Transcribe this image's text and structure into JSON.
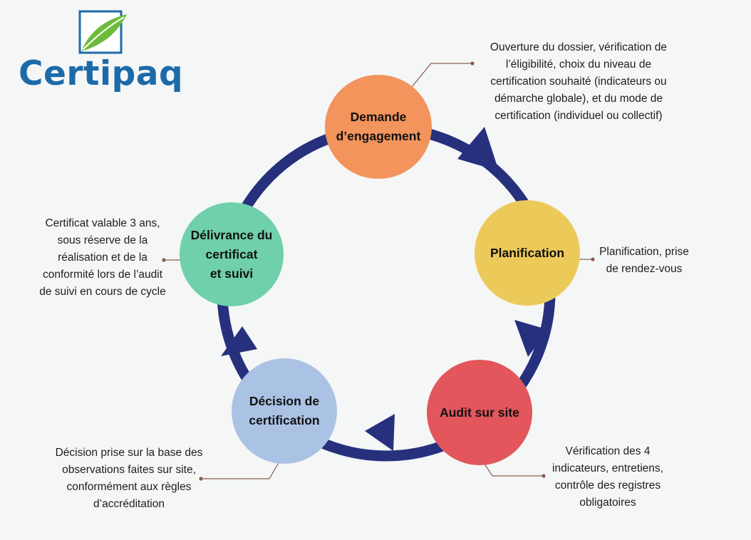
{
  "logo": {
    "wordmark": "Certipaq"
  },
  "colors": {
    "arrow": "#27307d",
    "demande": "#f2945c",
    "planification": "#ecca5a",
    "audit": "#e2565c",
    "decision": "#aac2e4",
    "delivrance": "#6fd0ab",
    "connector": "#8b5c53"
  },
  "steps": [
    {
      "id": "demande",
      "label": "Demande\nd’engagement",
      "description": "Ouverture du dossier, vérification de\nl’éligibilité, choix du niveau de\ncertification souhaité (indicateurs ou\ndémarche globale), et du mode de\ncertification (individuel ou collectif)"
    },
    {
      "id": "planification",
      "label": "Planification",
      "description": "Planification, prise\nde rendez-vous"
    },
    {
      "id": "audit",
      "label": "Audit sur site",
      "description": "Vérification des 4\nindicateurs, entretiens,\ncontrôle des registres\nobligatoires"
    },
    {
      "id": "decision",
      "label": "Décision de\ncertification",
      "description": "Décision prise sur la base des\nobservations faites sur site,\nconformément aux règles\nd’accréditation"
    },
    {
      "id": "delivrance",
      "label": "Délivrance du\ncertificat\net suivi",
      "description": "Certificat valable 3 ans,\nsous réserve de la\nréalisation et de la\nconformité lors de l’audit\nde suivi en cours de cycle"
    }
  ]
}
